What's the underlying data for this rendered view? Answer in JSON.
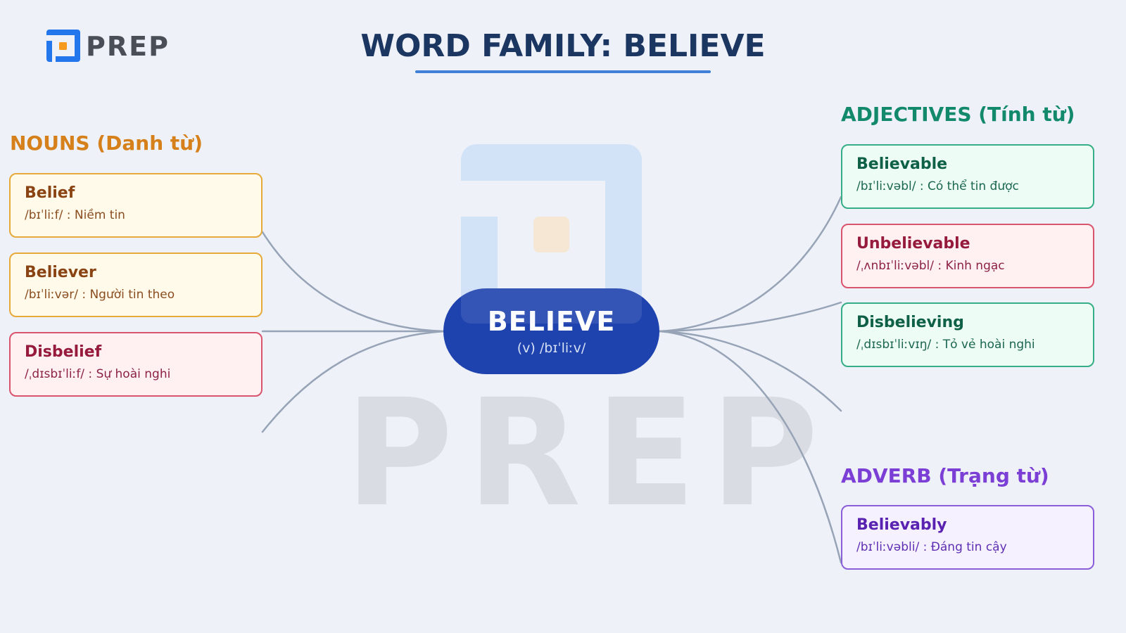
{
  "logo": {
    "text": "PREP",
    "icon": "prep-logo-icon",
    "colors": {
      "blue": "#2376ec",
      "orange": "#f79a1e",
      "text": "#4a4f57"
    }
  },
  "header": {
    "title": "WORD FAMILY: BELIEVE",
    "underline_color": "#3f7fd8"
  },
  "watermark": {
    "text": "PREP"
  },
  "center": {
    "word": "BELIEVE",
    "ipa": "(v) /bɪˈliːv/",
    "color": "#1e43ae"
  },
  "sections": {
    "nouns": {
      "title": "NOUNS (Danh từ)",
      "color": "#d5801b",
      "items": [
        {
          "word": "Belief",
          "definition": "/bɪˈliːf/ : Niềm tin",
          "style": "orange"
        },
        {
          "word": "Believer",
          "definition": "/bɪˈliːvər/ : Người tin theo",
          "style": "orange"
        },
        {
          "word": "Disbelief",
          "definition": "/ˌdɪsbɪˈliːf/ : Sự hoài nghi",
          "style": "red"
        }
      ]
    },
    "adjectives": {
      "title": "ADJECTIVES (Tính từ)",
      "color": "#12896a",
      "items": [
        {
          "word": "Believable",
          "definition": "/bɪˈliːvəbl/ : Có thể tin được",
          "style": "green"
        },
        {
          "word": "Unbelievable",
          "definition": "/ˌʌnbɪˈliːvəbl/ : Kinh ngạc",
          "style": "red"
        },
        {
          "word": "Disbelieving",
          "definition": "/ˌdɪsbɪˈliːvɪŋ/ : Tỏ vẻ hoài nghi",
          "style": "green"
        }
      ]
    },
    "adverb": {
      "title": "ADVERB (Trạng từ)",
      "color": "#7c3fd6",
      "items": [
        {
          "word": "Believably",
          "definition": "/bɪˈliːvəbli/ : Đáng tin cậy",
          "style": "purple"
        }
      ]
    }
  },
  "connector_color": "#97a3b6"
}
